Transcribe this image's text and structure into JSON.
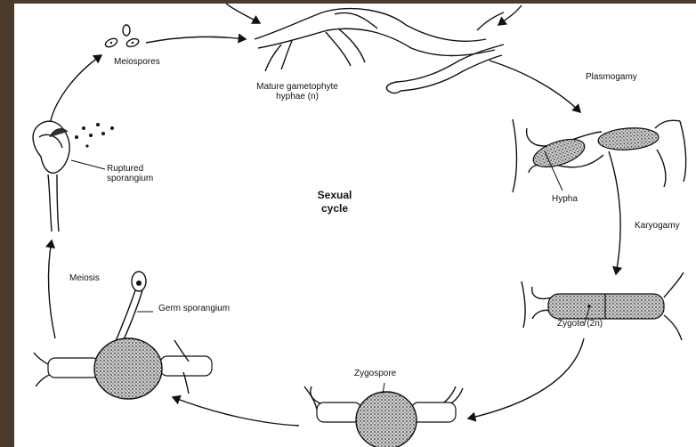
{
  "diagram": {
    "center_title_line1": "Sexual",
    "center_title_line2": "cycle",
    "labels": {
      "meiospores": "Meiospores",
      "mature_line1": "Mature gametophyte",
      "mature_line2": "hyphae (n)",
      "plasmogamy": "Plasmogamy",
      "ruptured_line1": "Ruptured",
      "ruptured_line2": "sporangium",
      "hypha": "Hypha",
      "karyogamy": "Karyogamy",
      "meiosis": "Meiosis",
      "germ_sporangium": "Germ sporangium",
      "zygote": "Zygote (2n)",
      "zygospore": "Zygospore"
    }
  }
}
